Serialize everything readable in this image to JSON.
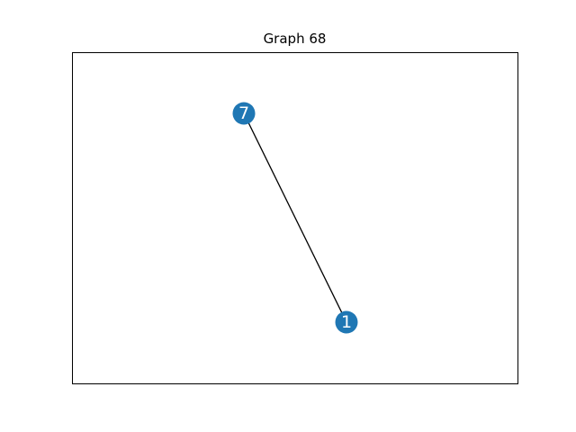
{
  "title": "Graph 68",
  "colors": {
    "node_fill": "#1f77b4",
    "edge": "#000000",
    "frame": "#000000",
    "label": "#ffffff",
    "background": "#ffffff"
  },
  "graph": {
    "nodes": [
      {
        "id": "7",
        "label": "7"
      },
      {
        "id": "1",
        "label": "1"
      }
    ],
    "edges": [
      {
        "source": "7",
        "target": "1"
      }
    ]
  }
}
